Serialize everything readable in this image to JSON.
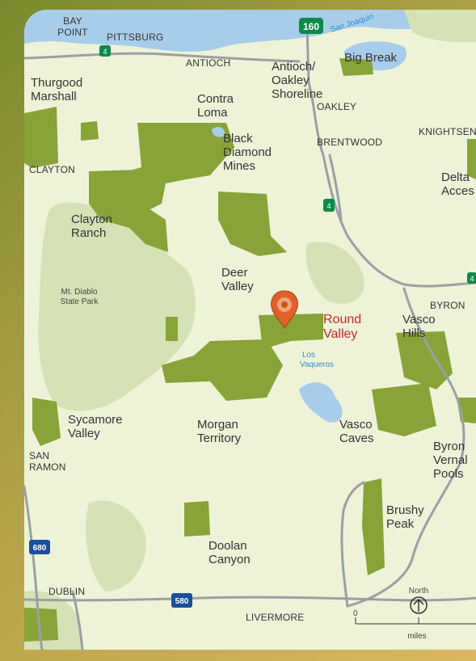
{
  "colors": {
    "park": "#88a338",
    "state_park": "#d6e2b5",
    "water": "#a8cdeb",
    "road": "#9aa0a3",
    "highlight": "#d2232a",
    "background": "#eef3d8"
  },
  "highways": {
    "h4a": "4",
    "h160": "160",
    "h4b": "4",
    "h4c": "4",
    "i680": "680",
    "i580": "580"
  },
  "parks": {
    "big_break": "Big Break",
    "thurgood": [
      "Thurgood",
      "Marshall"
    ],
    "contra_loma": [
      "Contra",
      "Loma"
    ],
    "antioch_oakley": [
      "Antioch/",
      "Oakley",
      "Shoreline"
    ],
    "black_diamond": [
      "Black",
      "Diamond",
      "Mines"
    ],
    "clayton_ranch": [
      "Clayton",
      "Ranch"
    ],
    "mt_diablo": [
      "Mt. Diablo",
      "State Park"
    ],
    "deer_valley": [
      "Deer",
      "Valley"
    ],
    "round_valley": [
      "Round",
      "Valley"
    ],
    "vasco_hills": [
      "Vasco",
      "Hills"
    ],
    "delta_access": [
      "Delta",
      "Acces"
    ],
    "sycamore": [
      "Sycamore",
      "Valley"
    ],
    "morgan": [
      "Morgan",
      "Territory"
    ],
    "vasco_caves": [
      "Vasco",
      "Caves"
    ],
    "byron_vernal": [
      "Byron",
      "Vernal",
      "Pools"
    ],
    "brushy": [
      "Brushy",
      "Peak"
    ],
    "doolan": [
      "Doolan",
      "Canyon"
    ]
  },
  "towns": {
    "bay_point": [
      "BAY",
      "POINT"
    ],
    "pittsburg": "PITTSBURG",
    "antioch": "ANTIOCH",
    "oakley": "OAKLEY",
    "brentwood": "BRENTWOOD",
    "knightsen": "KNIGHTSEN",
    "clayton": "CLAYTON",
    "byron": "BYRON",
    "san_ramon": [
      "SAN",
      "RAMON"
    ],
    "dublin": "DUBLIN",
    "livermore": "LIVERMORE"
  },
  "water": {
    "san_joaquin": "San Joaquin",
    "los_vaqueros": [
      "Los",
      "Vaqueros"
    ]
  },
  "scale": {
    "north": "North",
    "zero": "0",
    "units": "miles"
  },
  "icons": {
    "marker": "location-pin-icon",
    "north": "north-arrow-icon"
  }
}
